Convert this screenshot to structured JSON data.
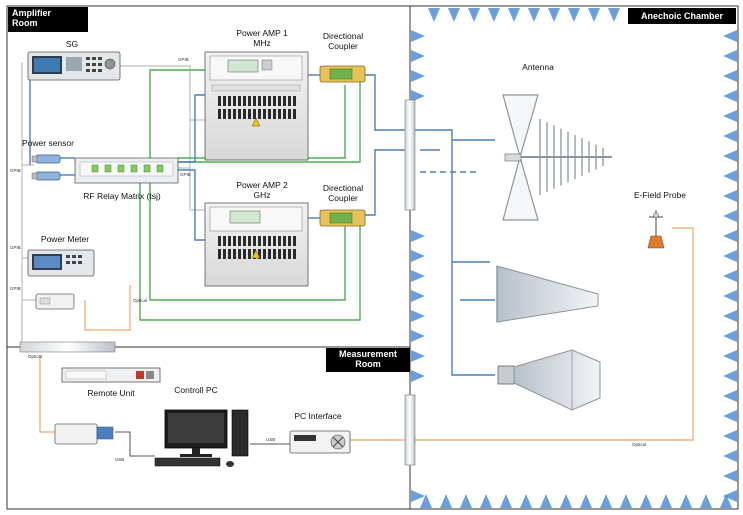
{
  "rooms": {
    "amplifier": "Amplifier\nRoom",
    "measurement": "Measurement\nRoom",
    "anechoic": "Anechoic Chamber"
  },
  "devices": {
    "sg": "SG",
    "power_amp_1": "Power AMP 1\nMHz",
    "directional_coupler_1": "Directional\nCoupler",
    "power_sensor": "Power sensor",
    "rf_relay_matrix": "RF Relay Matrix (tsj)",
    "power_amp_2": "Power AMP 2\nGHz",
    "directional_coupler_2": "Directional\nCoupler",
    "power_meter": "Power Meter",
    "remote_unit": "Remote Unit",
    "control_pc": "Controll PC",
    "pc_interface": "PC Interface",
    "antenna": "Antenna",
    "efield_probe": "E-Field Probe"
  },
  "cable_labels": {
    "gpib_1": "GPIB",
    "gpib_2": "GPIB",
    "gpib_3": "GPIB",
    "gpib_4": "GPIB",
    "gpib_5": "GPIB",
    "optical_1": "Optical",
    "optical_2": "Optical",
    "optical_3": "Optical",
    "usb_1": "USB",
    "usb_2": "USB"
  },
  "colors": {
    "rf_cable": "#4a7fc1",
    "green_cable": "#4caf50",
    "optical_cable": "#f0a868",
    "gpib_cable": "#b8b8b8",
    "absorber": "#4f8fd6",
    "room_label_bg": "#000000"
  }
}
